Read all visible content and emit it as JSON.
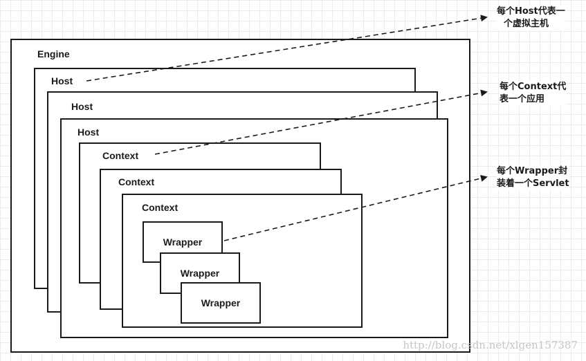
{
  "engine": {
    "label": "Engine"
  },
  "hosts": [
    {
      "label": "Host"
    },
    {
      "label": "Host"
    },
    {
      "label": "Host"
    }
  ],
  "contexts": [
    {
      "label": "Context"
    },
    {
      "label": "Context"
    },
    {
      "label": "Context"
    }
  ],
  "wrappers": [
    {
      "label": "Wrapper"
    },
    {
      "label": "Wrapper"
    },
    {
      "label": "Wrapper"
    }
  ],
  "annotations": {
    "host": {
      "line1": "每个Host代表一",
      "line2": "个虚拟主机"
    },
    "context": {
      "line1": "每个Context代",
      "line2": "表一个应用"
    },
    "wrapper": {
      "line1": "每个Wrapper封",
      "line2": "装着一个Servlet"
    }
  },
  "watermark": "http://blog.csdn.net/xlgen157387",
  "colors": {
    "line": "#1a1a1a",
    "grid": "#ececec",
    "watermark": "#c6c6c6"
  }
}
